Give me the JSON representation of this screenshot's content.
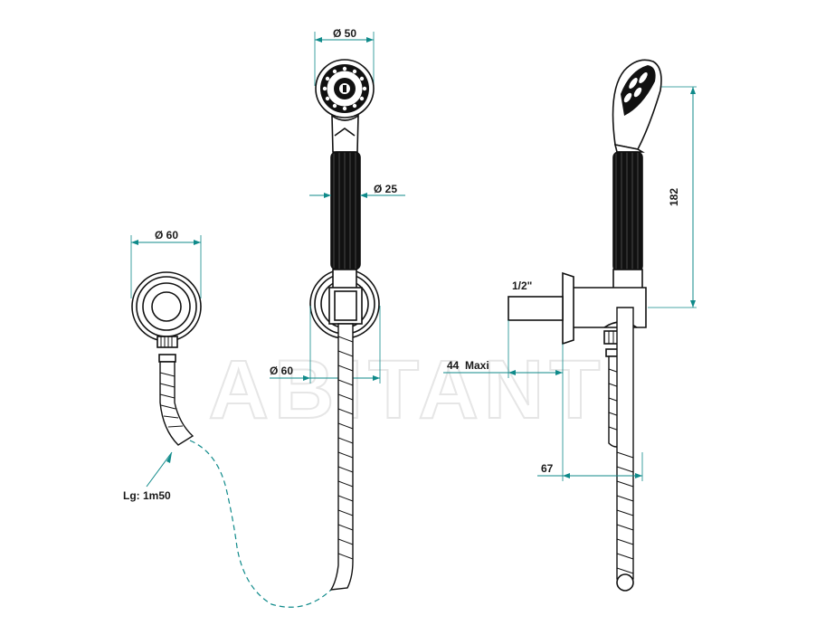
{
  "watermark": "ABITANT",
  "dimensions": {
    "wall_outlet_diameter": "Ø 60",
    "hand_shower_head_diameter": "Ø 50",
    "handle_diameter": "Ø 25",
    "holder_diameter": "Ø 60",
    "thread": "1/2\"",
    "projection_max": "44  Maxi",
    "outlet_offset": "67",
    "height": "182",
    "hose_length": "Lg: 1m50"
  },
  "colors": {
    "dimension_lines": "#0f8a8a",
    "outline": "#111111"
  }
}
